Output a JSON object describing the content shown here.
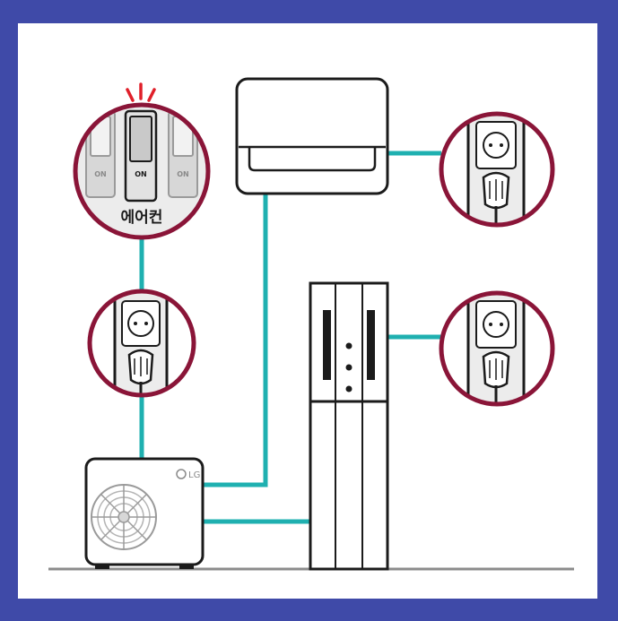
{
  "colors": {
    "border": "#3f4aa8",
    "background": "#ffffff",
    "cable": "#1fb0b0",
    "callout_ring": "#8a1538",
    "outline": "#1b1b1b",
    "panel_gray": "#d7d7d7",
    "alert_red": "#e0202a"
  },
  "breaker_panel": {
    "switch_label_left": "ON",
    "switch_label_center": "ON",
    "switch_label_right": "ON",
    "caption": "에어컨"
  },
  "outdoor_unit": {
    "brand": "LG"
  },
  "icons": [
    "breaker-switch-icon",
    "power-outlet-icon",
    "power-plug-icon",
    "fan-icon",
    "lg-logo-icon"
  ]
}
